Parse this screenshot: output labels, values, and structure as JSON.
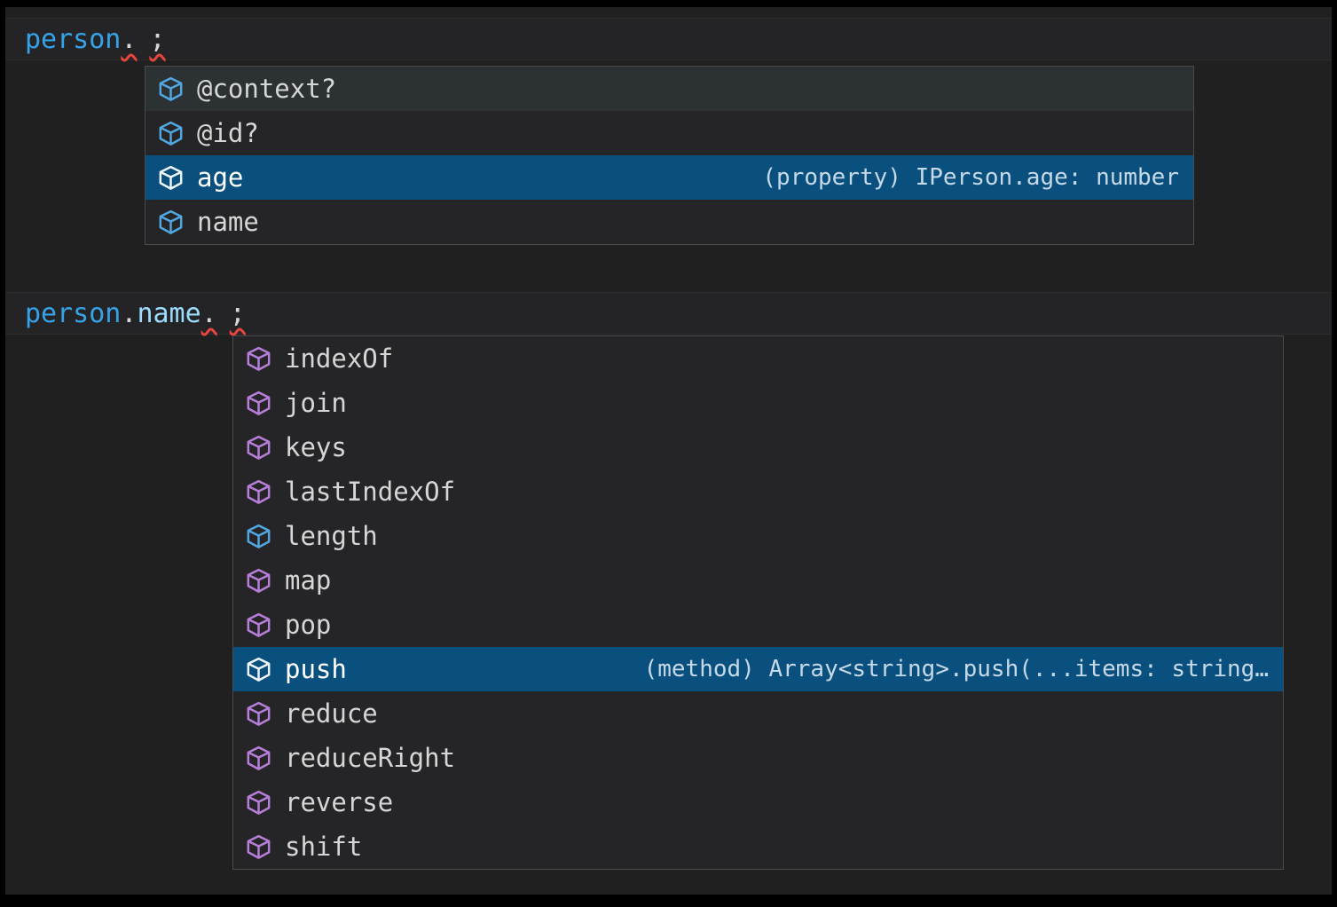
{
  "colors": {
    "selection_background": "#09507e",
    "field_icon": "#52a7e0",
    "method_icon": "#b77fd9",
    "variable_text": "#36a3e8",
    "property_text": "#9cdcfe",
    "error_squiggle": "#e8453c",
    "popup_background": "#252528",
    "editor_background": "#202021"
  },
  "code": {
    "line1": {
      "object": "person",
      "dot": ".",
      "semicolon": ";"
    },
    "line2": {
      "object": "person",
      "dot1": ".",
      "property": "name",
      "dot2": ".",
      "semicolon": ";"
    }
  },
  "suggest_person": {
    "items": [
      {
        "label": "@context?",
        "kind": "field",
        "state": "hover"
      },
      {
        "label": "@id?",
        "kind": "field",
        "state": "normal"
      },
      {
        "label": "age",
        "kind": "field",
        "state": "selected",
        "detail": "(property) IPerson.age: number"
      },
      {
        "label": "name",
        "kind": "field",
        "state": "normal"
      }
    ]
  },
  "suggest_name": {
    "items": [
      {
        "label": "indexOf",
        "kind": "method",
        "state": "normal"
      },
      {
        "label": "join",
        "kind": "method",
        "state": "normal"
      },
      {
        "label": "keys",
        "kind": "method",
        "state": "normal"
      },
      {
        "label": "lastIndexOf",
        "kind": "method",
        "state": "normal"
      },
      {
        "label": "length",
        "kind": "field",
        "state": "normal"
      },
      {
        "label": "map",
        "kind": "method",
        "state": "normal"
      },
      {
        "label": "pop",
        "kind": "method",
        "state": "normal"
      },
      {
        "label": "push",
        "kind": "method",
        "state": "selected",
        "detail": "(method) Array<string>.push(...items: string…"
      },
      {
        "label": "reduce",
        "kind": "method",
        "state": "normal"
      },
      {
        "label": "reduceRight",
        "kind": "method",
        "state": "normal"
      },
      {
        "label": "reverse",
        "kind": "method",
        "state": "normal"
      },
      {
        "label": "shift",
        "kind": "method",
        "state": "normal"
      }
    ]
  }
}
